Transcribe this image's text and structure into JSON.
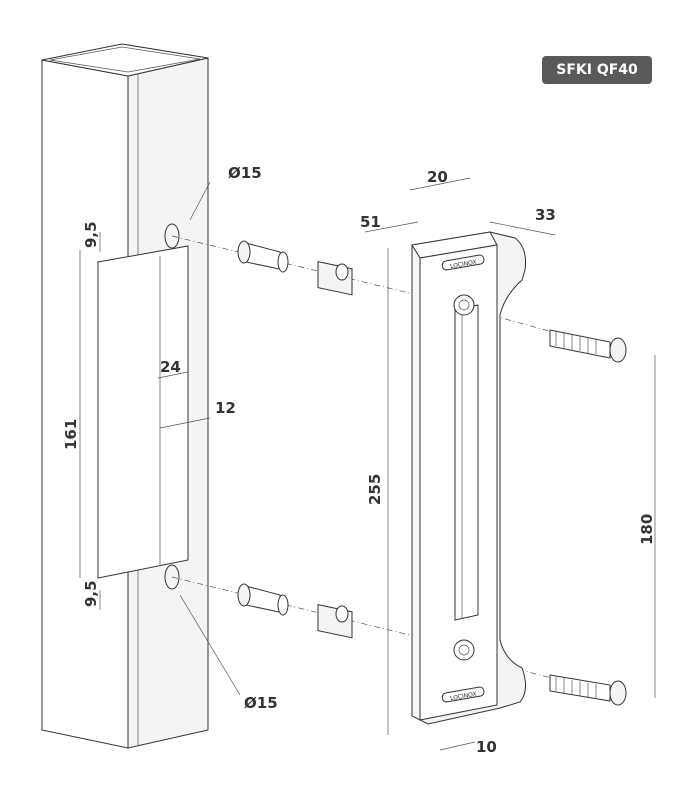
{
  "product_code": "SFKI QF40",
  "brand_logo": "LOCINOX",
  "dimensions": {
    "hole_top_diameter": "Ø15",
    "hole_bottom_diameter": "Ø15",
    "offset_top": "9,5",
    "offset_bottom": "9,5",
    "slot_height": "161",
    "slot_width": "24",
    "slot_depth": "12",
    "keep_width": "20",
    "keep_depth": "51",
    "flange_width": "33",
    "keep_height": "255",
    "screw_spacing": "180",
    "edge_thickness": "10"
  }
}
